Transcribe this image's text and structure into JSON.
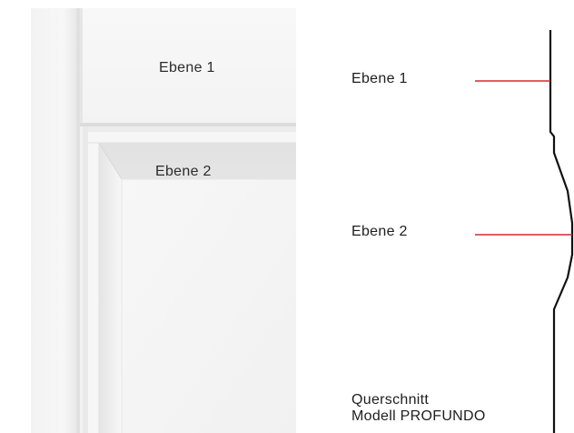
{
  "photo": {
    "level1_label": "Ebene 1",
    "level2_label": "Ebene 2"
  },
  "cross_section": {
    "level1_label": "Ebene 1",
    "level2_label": "Ebene 2",
    "caption_line1": "Querschnitt",
    "caption_line2": "Modell PROFUNDO"
  },
  "colors": {
    "marker_line": "#d7262e",
    "profile_line": "#111111",
    "panel_white": "#f4f4f4"
  }
}
